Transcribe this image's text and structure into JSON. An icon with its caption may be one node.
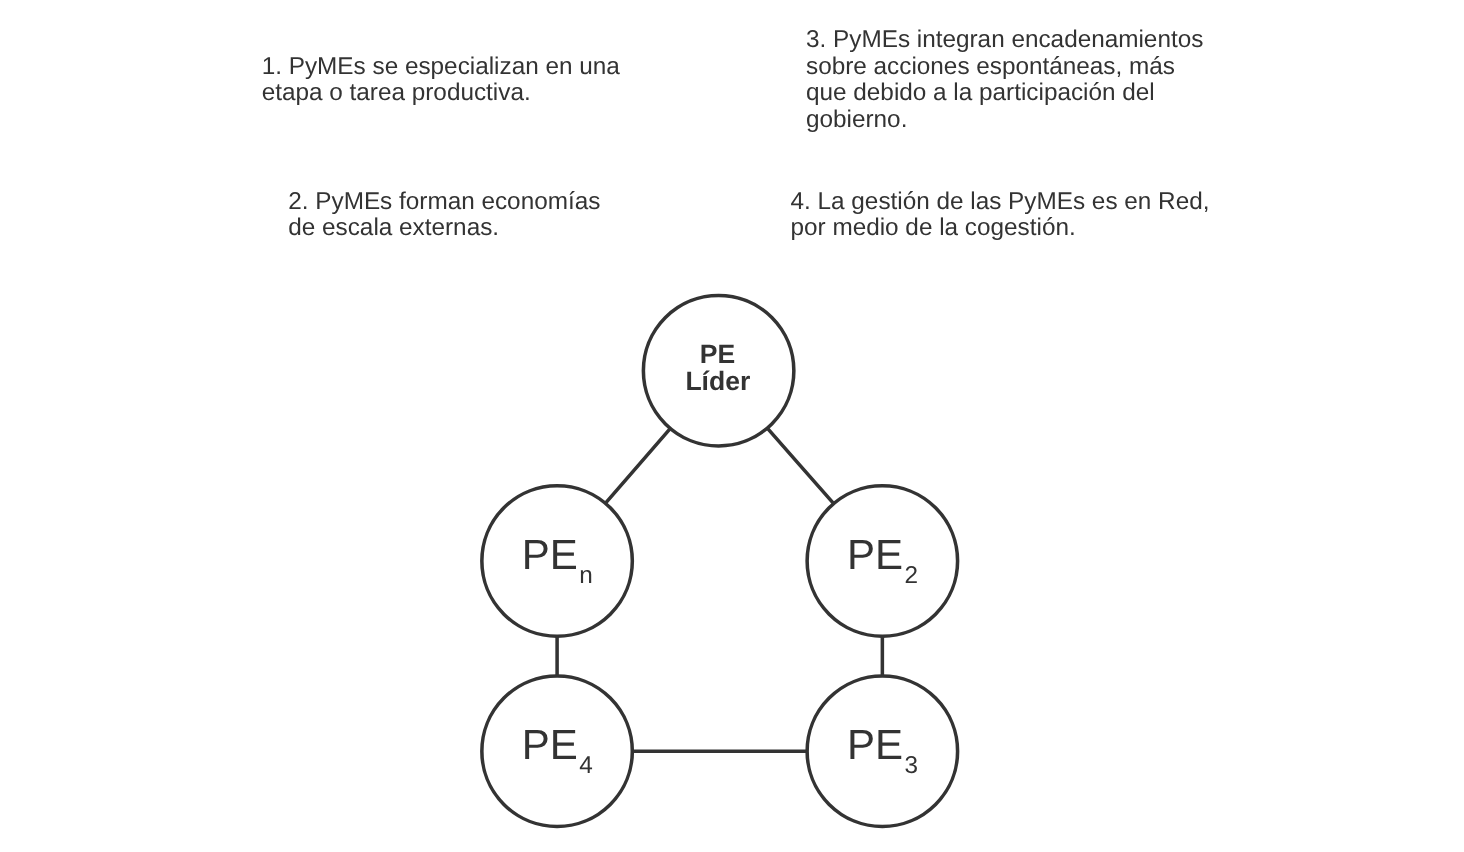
{
  "diagram": {
    "nodes": [
      {
        "text": [
          "PE Líder"
        ]
      },
      {
        "text": [
          "PE$_{n}$"
        ]
      },
      {
        "text": [
          "PE$_{2}$"
        ]
      },
      {
        "text": [
          "PE$_{4}$"
        ]
      },
      {
        "text": [
          "PE$_{3}$"
        ]
      }
    ],
    "edges": [
      {
        "from": 0,
        "to": 1,
        "arrow": "none"
      },
      {
        "from": 0,
        "to": 2,
        "arrow": "none"
      },
      {
        "from": 1,
        "to": 3,
        "arrow": "none"
      },
      {
        "from": 2,
        "to": 4,
        "arrow": "none"
      },
      {
        "from": 3,
        "to": 4,
        "arrow": "none"
      }
    ],
    "labels": [
      "1. PyMEs se especializan en una etapa o tarea productiva.",
      "2. PyMEs forman economías de escala externas.",
      "3. PyMEs integran encadenamientos sobre acciones espontáneas, más que debido a la participación del gobierno.",
      "4. La gestión de las PyMEs es en Red, por medio de la cogestión."
    ]
  }
}
